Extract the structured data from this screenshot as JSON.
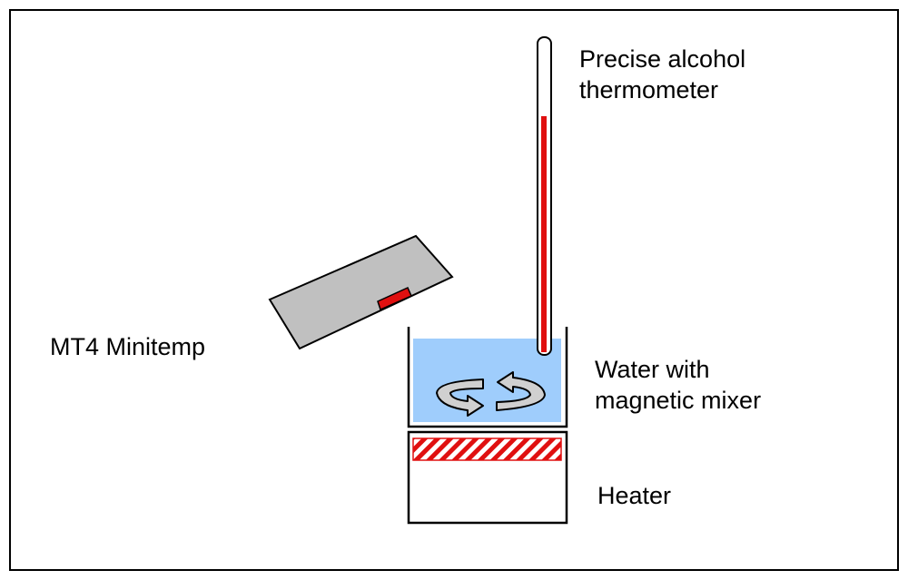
{
  "labels": {
    "thermometer_line1": "Precise alcohol",
    "thermometer_line2": "thermometer",
    "minitemp": "MT4 Minitemp",
    "water_line1": "Water with",
    "water_line2": "magnetic mixer",
    "heater": "Heater"
  },
  "colors": {
    "water": "#9fcdfc",
    "alcohol": "#e01010",
    "device_body": "#c0c0c0",
    "sensor": "#e01010",
    "heater_element": "#e01010",
    "mixer_arrows": "#d0d0d0"
  }
}
